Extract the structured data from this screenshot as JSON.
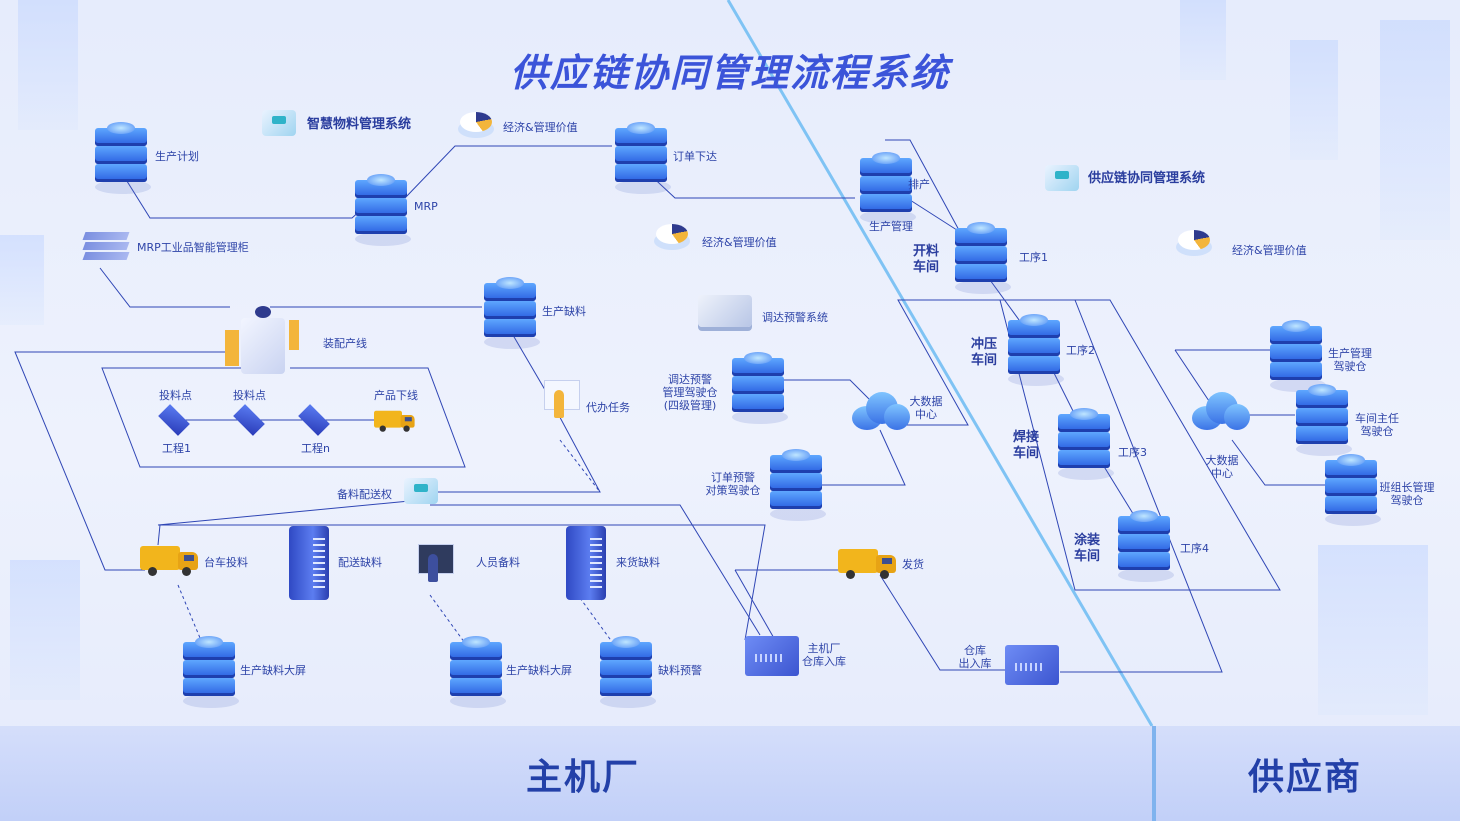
{
  "title": "供应链协同管理流程系统",
  "zones": {
    "left": "主机厂",
    "right": "供应商"
  },
  "top_systems": {
    "smart_material": "智慧物料管理系统",
    "supply_chain": "供应链协同管理系统"
  },
  "value_labels": [
    "经济&管理价值",
    "经济&管理价值",
    "经济&管理价值"
  ],
  "nodes": {
    "production_plan": "生产计划",
    "mrp": "MRP",
    "order_issue": "订单下达",
    "scheduling": "排产",
    "production_mgmt": "生产管理",
    "mrp_cabinet": "MRP工业品智能管理柜",
    "assembly_line": "装配产线",
    "production_shortage": "生产缺料",
    "dispatch_alert_system": "调达预警系统",
    "dispatch_cockpit": "调达预警\n管理驾驶仓\n(四级管理)",
    "order_alert_cockpit": "订单预警\n对策驾驶仓",
    "big_data_center_left": "大数据\n中心",
    "proxy_task": "代办任务",
    "feed_point_1": "投料点",
    "feed_point_2": "投料点",
    "product_offline": "产品下线",
    "project_1": "工程1",
    "project_n": "工程n",
    "stock_dispatch": "备料配送权",
    "cart_feeding": "台车投料",
    "delivery_shortage": "配送缺料",
    "staff_stock": "人员备料",
    "incoming_shortage": "来货缺料",
    "screen_1": "生产缺料大屏",
    "screen_2": "生产缺料大屏",
    "shortage_alert": "缺料预警",
    "main_warehouse_in": "主机厂\n仓库入库",
    "ship": "发货",
    "warehouse_inout": "仓库\n出入库",
    "process_1": "工序1",
    "process_2": "工序2",
    "process_3": "工序3",
    "process_4": "工序4",
    "big_data_center_right": "大数据\n中心",
    "cockpit_prod_mgmt": "生产管理\n驾驶仓",
    "cockpit_workshop": "车间主任\n驾驶仓",
    "cockpit_team": "班组长管理\n驾驶仓"
  },
  "workshops": [
    "开料\n车间",
    "冲压\n车间",
    "焊接\n车间",
    "涂装\n车间"
  ],
  "colors": {
    "title": "#3b54d9",
    "line": "#2f46b5",
    "divider": "#7fc3f4",
    "zone_text": "#2340a8"
  }
}
